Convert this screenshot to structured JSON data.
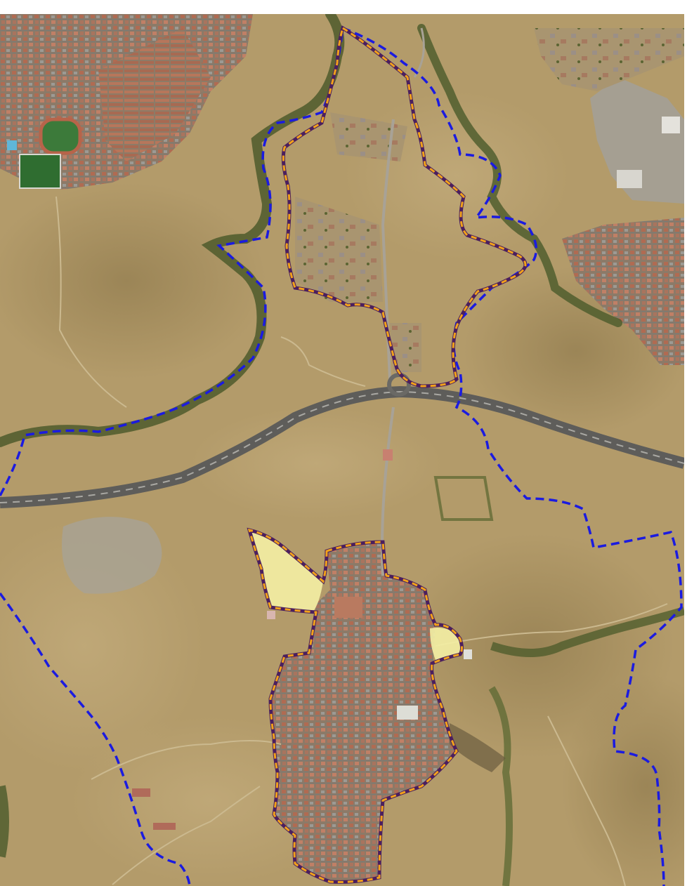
{
  "map": {
    "type": "aerial-orthophoto",
    "labels": [],
    "colors": {
      "terrain": "#b59d6c",
      "terrain_dark": "#8f7848",
      "vegetation": "#4b5a2a",
      "urban_roof": "#a46a55",
      "urban_grey": "#8d8b86",
      "road": "#6d6c68",
      "municipal_boundary": "#1a1ae0",
      "urban_boundary_outer": "#4b1f5e",
      "urban_boundary_inner": "#f2a21a",
      "highlight_fill": "#f4efa4"
    },
    "features": {
      "municipal_boundary": "blue-dashed-line",
      "urban_area_boundaries": "orange-purple-dashed-line",
      "highlighted_zones": "pale-yellow-polygons"
    },
    "icons": [
      "dashed-boundary",
      "highlight-polygon"
    ]
  }
}
